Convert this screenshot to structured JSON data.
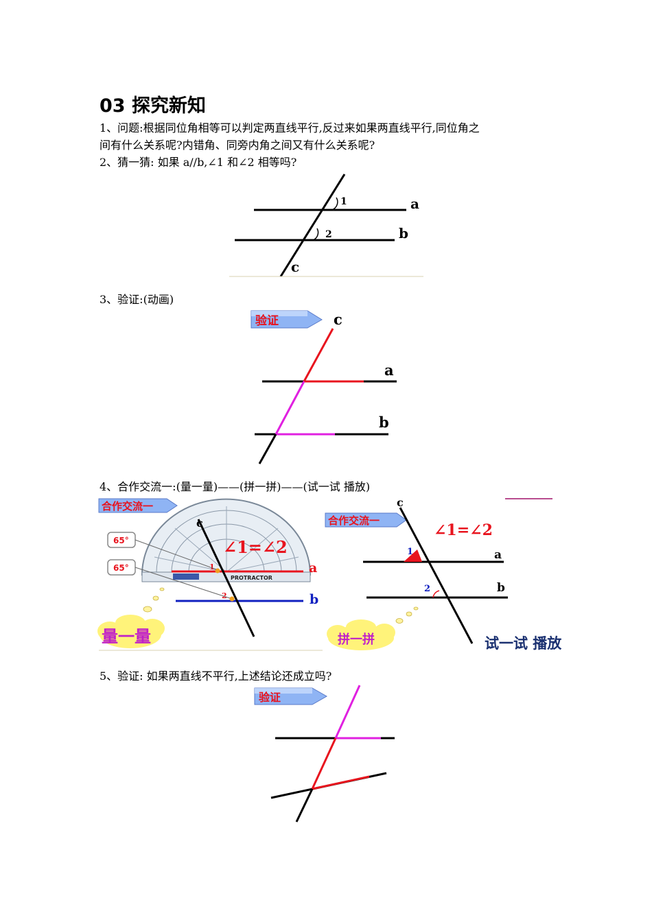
{
  "title": "03 探究新知",
  "q1_line1": "1、问题:根据同位角相等可以判定两直线平行,反过来如果两直线平行,同位角之",
  "q1_line2": "间有什么关系呢?内错角、同旁内角之间又有什么关系呢?",
  "q2": "2、猜一猜:   如果 a//b,∠1 和∠2 相等吗?",
  "q3": "3、验证:(动画)",
  "q4": "4、合作交流一:(量一量)——(拼一拼)——(试一试   播放)",
  "q5": "5、验证:   如果两直线不平行,上述结论还成立吗?",
  "fig1": {
    "angle1": "1",
    "angle2": "2",
    "line_a": "a",
    "line_b": "b",
    "line_c": "c"
  },
  "fig2": {
    "button": "验证",
    "line_a": "a",
    "line_b": "b",
    "line_c": "c"
  },
  "fig3": {
    "tag": "合作交流一",
    "callout1": "65°",
    "callout2": "65°",
    "equation": "∠1=∠2",
    "line_a": "a",
    "line_b": "b",
    "line_c": "c",
    "angle1": "1",
    "angle2": "2",
    "protractor_label": "PROTRACTOR",
    "cloud": "量一量"
  },
  "fig4": {
    "tag": "合作交流一",
    "equation": "∠1=∠2",
    "line_a": "a",
    "line_b": "b",
    "line_c": "c",
    "angle1": "1",
    "angle2": "2",
    "cloud": "拼一拼",
    "play_text": "试一试  播放"
  },
  "fig5": {
    "button": "验证"
  },
  "colors": {
    "red": "#e8141e",
    "magenta": "#e020e0",
    "blue": "#1020c0",
    "button_blue": "#7fa8f0"
  }
}
